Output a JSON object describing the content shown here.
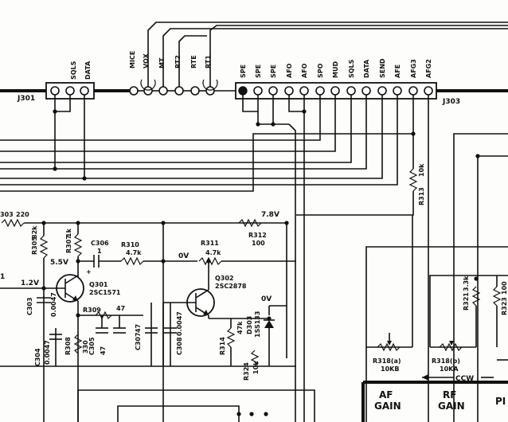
{
  "connectors": {
    "j301": {
      "name": "J301",
      "pins": [
        "SQLS",
        "DATA"
      ]
    },
    "j303": {
      "name": "J303",
      "pins": [
        "SPE",
        "SPE",
        "SPE",
        "AFO",
        "AFO",
        "SPO",
        "MUD",
        "SQLS",
        "DATA",
        "SEND",
        "AFE",
        "AFG3",
        "AFG2"
      ]
    },
    "mid_pins": [
      "MICE",
      "VOX",
      "MT",
      "RT2",
      "RTE",
      "RT1"
    ]
  },
  "components": {
    "r303": {
      "ref": "303",
      "value": "220"
    },
    "r307": {
      "ref": "R307",
      "value": "1k"
    },
    "r305": {
      "ref": "R305",
      "value": "82k"
    },
    "c306": {
      "ref": "C306",
      "value": "1"
    },
    "r310": {
      "ref": "R310",
      "value": "4.7k"
    },
    "r311": {
      "ref": "R311",
      "value": "4.7k"
    },
    "r312": {
      "ref": "R312",
      "value": "100"
    },
    "r313": {
      "ref": "R313",
      "value": "10k"
    },
    "q301": {
      "ref": "Q301",
      "value": "2SC1571"
    },
    "q302": {
      "ref": "Q302",
      "value": "2SC2878"
    },
    "c303": {
      "ref": "C303",
      "value": "0.0047"
    },
    "c304": {
      "ref": "C304",
      "value": "0.0047"
    },
    "r308": {
      "ref": "R308",
      "value": "330"
    },
    "c305": {
      "ref": "C305",
      "value": "47"
    },
    "r309": {
      "ref": "R309",
      "value": "47"
    },
    "c307": {
      "ref": "C307",
      "value": "47"
    },
    "c308": {
      "ref": "C308",
      "value": "0.0047"
    },
    "r314": {
      "ref": "R314",
      "value": "47k"
    },
    "d303": {
      "ref": "D303",
      "value": "1SS133"
    },
    "r324": {
      "ref": "R324",
      "value": "10k"
    },
    "r321": {
      "ref": "R321",
      "value": "3.3k"
    },
    "r323": {
      "ref": "R323",
      "value": "100"
    },
    "r318a": {
      "ref": "R318(a)",
      "value": "10KB"
    },
    "r318b": {
      "ref": "R318(b)",
      "value": "10KA"
    }
  },
  "voltages": {
    "v78": "7.8V",
    "v55": "5.5V",
    "v12": "1.2V",
    "v0a": "0V",
    "v0b": "0V",
    "v1": "1"
  },
  "panel": {
    "direction": "CCW",
    "af_gain_line1": "AF",
    "af_gain_line2": "GAIN",
    "rf_gain_line1": "RF",
    "rf_gain_line2": "GAIN",
    "cut_label": "PI"
  }
}
